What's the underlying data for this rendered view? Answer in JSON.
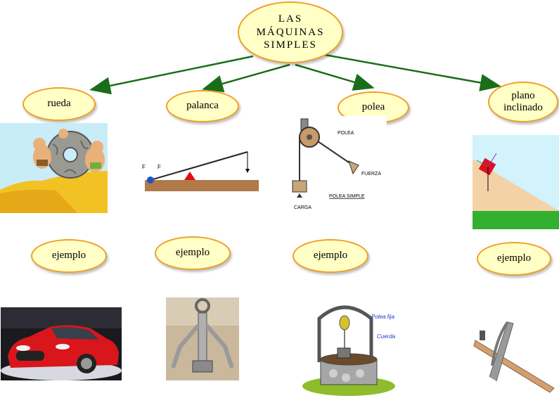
{
  "title": "LAS\nMÁQUINAS\nSIMPLES",
  "machines": [
    {
      "name": "rueda",
      "example_label": "ejemplo",
      "example_icon": "car-icon"
    },
    {
      "name": "palanca",
      "example_label": "ejemplo",
      "example_icon": "corkscrew-icon"
    },
    {
      "name": "polea",
      "example_label": "ejemplo",
      "example_icon": "water-well-icon"
    },
    {
      "name": "plano inclinado",
      "example_label": "ejemplo",
      "example_icon": "ramp-icon"
    }
  ],
  "diagram_labels": {
    "lever_force1": "F",
    "lever_force2": "F",
    "pulley_label": "POLEA",
    "pulley_force": "FUERZA",
    "pulley_load": "CARGA",
    "pulley_caption": "POLEA SIMPLE",
    "well_fixed_pulley": "Polea fija",
    "well_rope": "Cuerda"
  },
  "colors": {
    "oval_fill": "#ffffc6",
    "oval_border": "#f0a028",
    "arrow": "#1a6e1a"
  }
}
